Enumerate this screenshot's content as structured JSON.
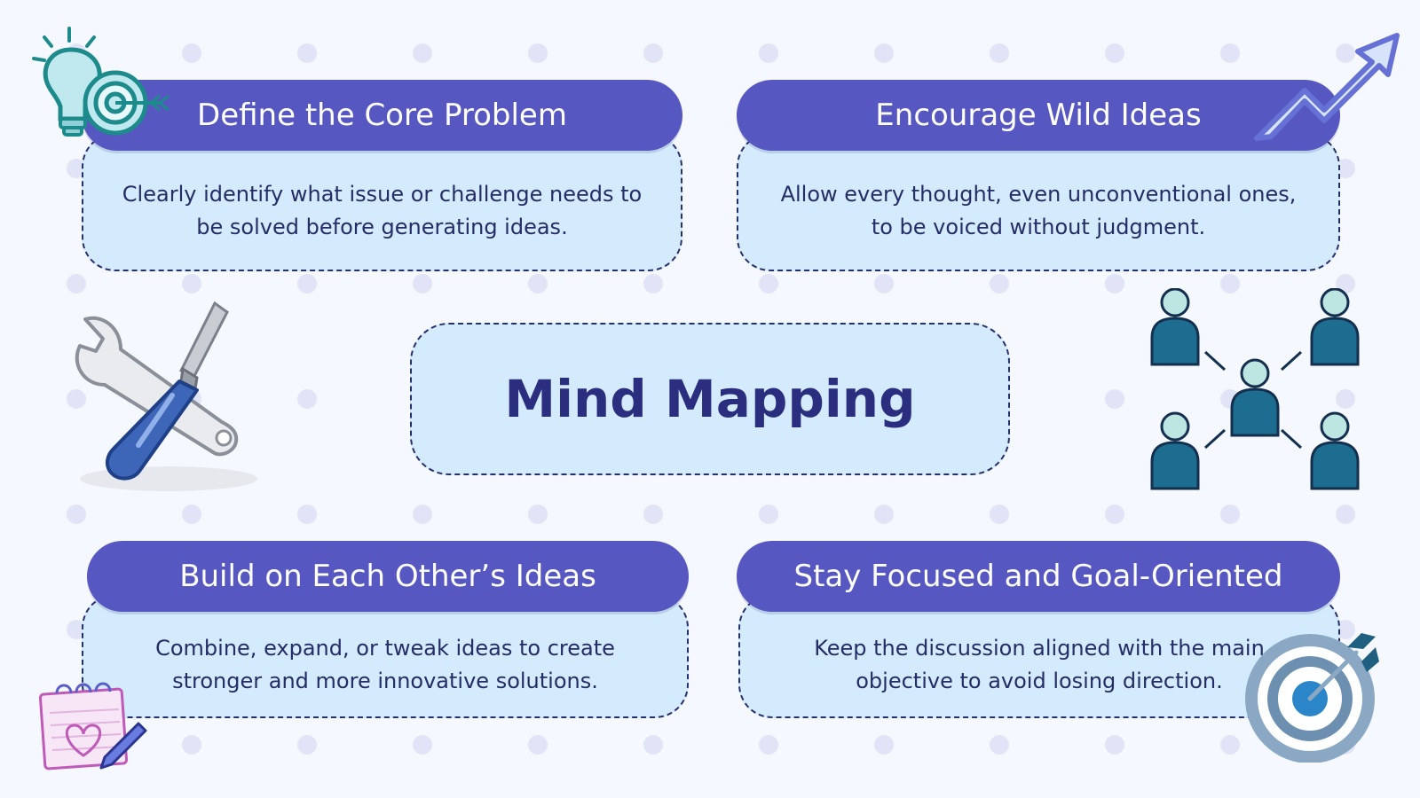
{
  "title": "Mind Mapping",
  "cards": [
    {
      "heading": "Define the Core Problem",
      "body": "Clearly identify what issue or challenge needs to be solved before generating ideas."
    },
    {
      "heading": "Encourage Wild Ideas",
      "body": "Allow every thought, even unconventional ones, to be voiced without judgment."
    },
    {
      "heading": "Build on Each Other’s Ideas",
      "body": "Combine, expand, or tweak ideas to create stronger and more innovative solutions."
    },
    {
      "heading": "Stay Focused and Goal-Oriented",
      "body": "Keep the discussion aligned with the main objective to avoid losing direction."
    }
  ],
  "icons": [
    "lightbulb-target-icon",
    "rising-arrow-icon",
    "wrench-screwdriver-icon",
    "people-network-icon",
    "notepad-heart-icon",
    "target-arrow-icon"
  ],
  "colors": {
    "background": "#f5f8fe",
    "header": "#5657c0",
    "card_fill": "#d3ebfd",
    "outline": "#28306b",
    "title_text": "#2b2e7e",
    "dot": "#e1e4f7"
  }
}
